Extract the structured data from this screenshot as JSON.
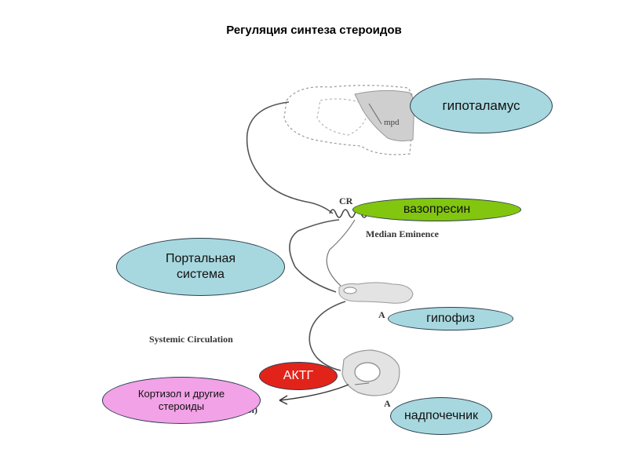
{
  "title": "Регуляция синтеза стероидов",
  "nodes": {
    "hypothalamus": "гипоталамус",
    "vasopressin": "вазопресин",
    "portal_system": "Портальная система",
    "pituitary": "гипофиз",
    "actg": "АКТГ",
    "cortisol": "Кортизол и другие стероиды",
    "adrenal": "надпочечник"
  },
  "figure_labels": {
    "mpd": "mpd",
    "median_eminence": "Median Eminence",
    "systemic_circulation": "Systemic Circulation",
    "cr_partial": "CR",
    "si_partial": "Si)",
    "a_marker_1": "A",
    "a_marker_2": "A"
  },
  "colors": {
    "teal_bubble": "#a8d8df",
    "green_bubble": "#82c60f",
    "red_bubble": "#e2231a",
    "pink_bubble": "#f2a2e6"
  }
}
